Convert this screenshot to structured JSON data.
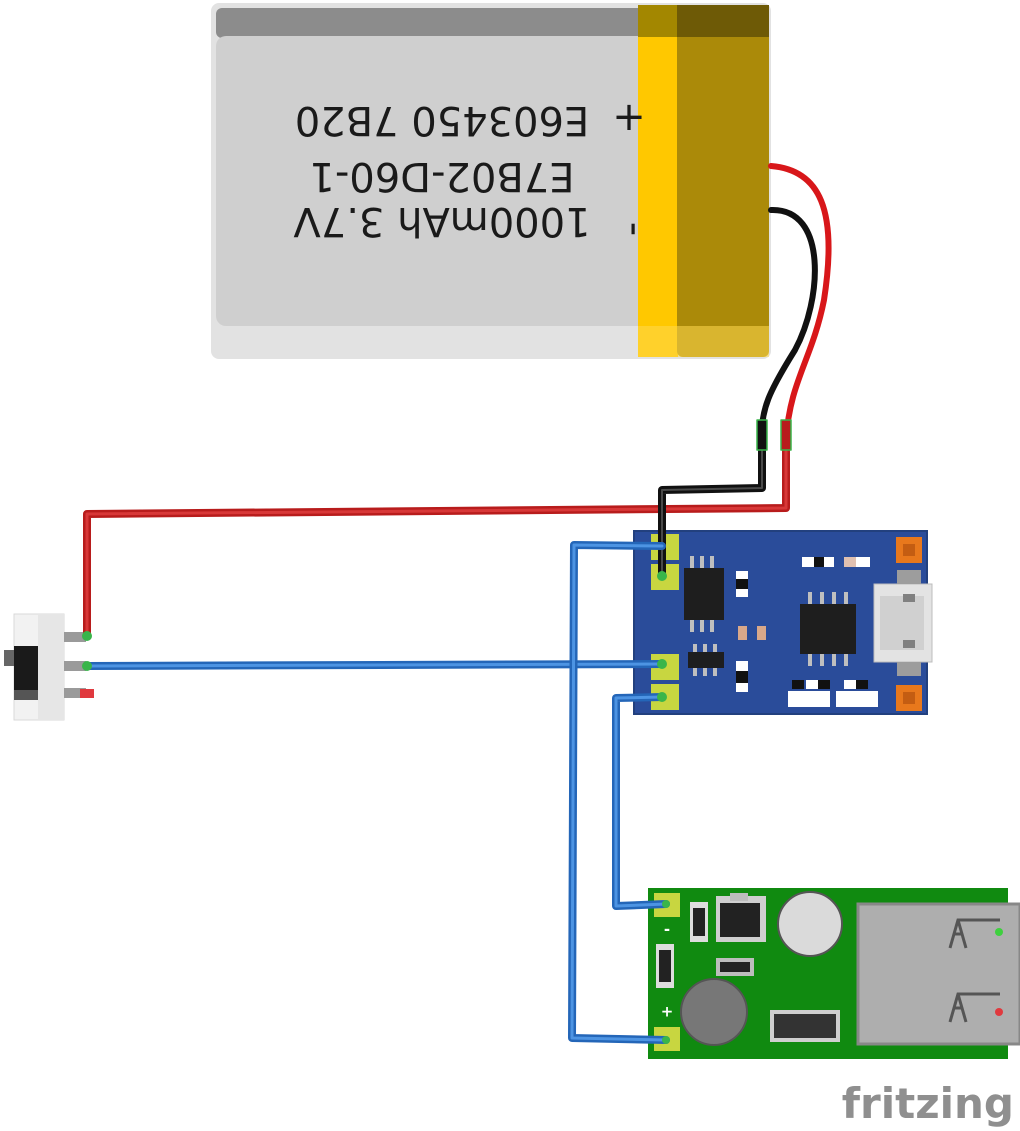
{
  "battery": {
    "line1": "1000mAh 3.7V",
    "line2": "E7B02-D60-1",
    "line3": "E603450 7B20",
    "plus": "+",
    "minus": "-",
    "colors": {
      "body": "#d4d4d4",
      "tape": "#ffc800",
      "tape_dark": "#a78b0a"
    }
  },
  "boost_module": {
    "pad_minus": "-",
    "pad_plus": "+",
    "colors": {
      "pcb": "#108a10"
    }
  },
  "charger_module": {
    "colors": {
      "pcb": "#2a4c9a",
      "pad": "#c8d640",
      "orange": "#e8781c"
    }
  },
  "wires": {
    "colors": {
      "red": "#c41818",
      "black": "#1a1a1a",
      "blue": "#2e78cf"
    }
  },
  "watermark": {
    "text": "fritzing"
  }
}
